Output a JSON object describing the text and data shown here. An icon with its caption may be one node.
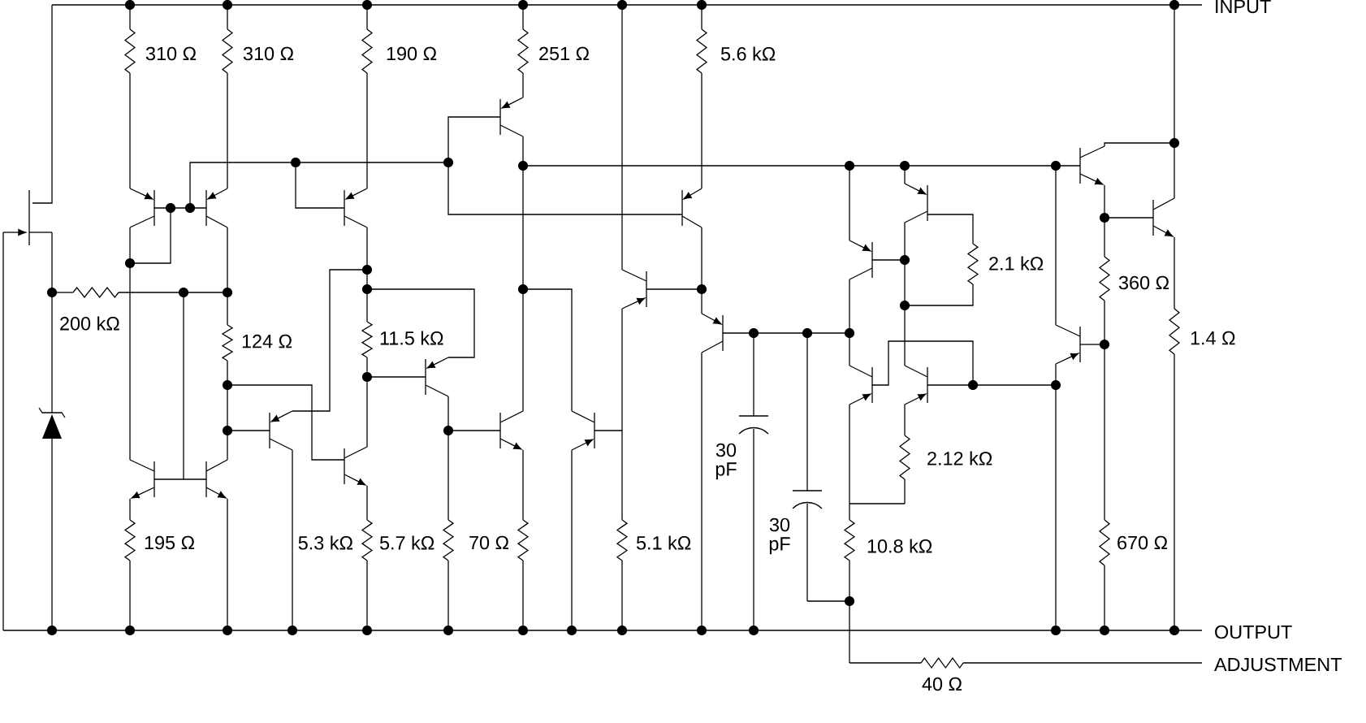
{
  "diagram": {
    "labels": [
      "310 Ω",
      "310 Ω",
      "190 Ω",
      "251 Ω",
      "5.6 kΩ",
      "INPUT",
      "2.1 kΩ",
      "360 Ω",
      "200 kΩ",
      "124 Ω",
      "11.5 kΩ",
      "1.4 Ω",
      "30 pF",
      "2.12 kΩ",
      "195 Ω",
      "5.3 kΩ",
      "5.7 kΩ",
      "70 Ω",
      "5.1 kΩ",
      "30 pF",
      "10.8 kΩ",
      "670 Ω",
      "OUTPUT",
      "ADJUSTMENT",
      "40 Ω"
    ]
  }
}
